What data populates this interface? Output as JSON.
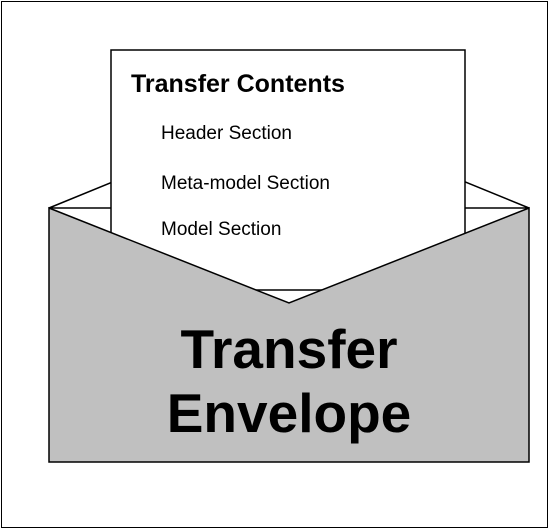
{
  "document": {
    "title": "Transfer Contents",
    "items": [
      "Header Section",
      "Meta-model Section",
      "Model Section"
    ]
  },
  "envelope": {
    "label_line1": "Transfer",
    "label_line2": "Envelope",
    "fill_color": "#c0c0c0",
    "paper_color": "#ffffff",
    "stroke_color": "#000000"
  }
}
